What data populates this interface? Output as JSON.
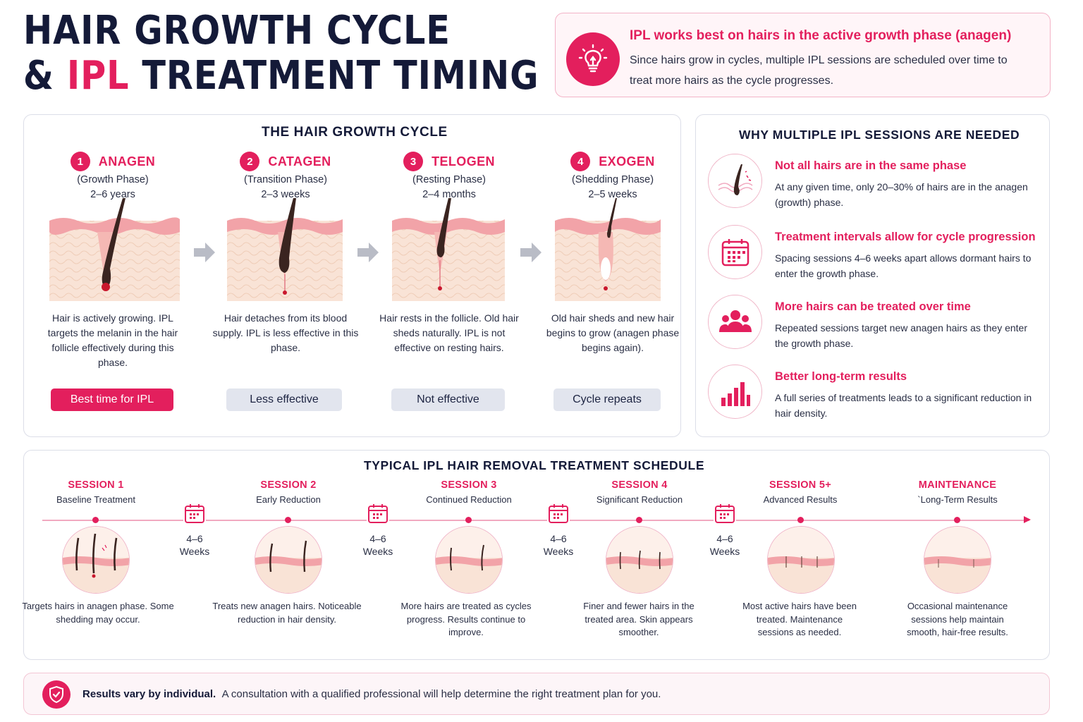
{
  "title": {
    "line1": "HAIR GROWTH CYCLE",
    "amp": "& ",
    "accent": "IPL",
    "rest": " TREATMENT TIMING"
  },
  "callout": {
    "heading": "IPL works best on hairs in the active growth phase (anagen)",
    "body": "Since hairs grow in cycles, multiple IPL sessions are scheduled over time to treat more hairs as the cycle progresses.",
    "icon": "lightbulb-icon"
  },
  "cycle": {
    "title": "THE HAIR GROWTH CYCLE",
    "phases": [
      {
        "num": "1",
        "name": "ANAGEN",
        "sub": "(Growth Phase)",
        "dur": "2–6 years",
        "desc": "Hair is actively growing. IPL targets the melanin in the hair follicle effectively during this phase.",
        "btn": "Best time for IPL"
      },
      {
        "num": "2",
        "name": "CATAGEN",
        "sub": "(Transition Phase)",
        "dur": "2–3 weeks",
        "desc": "Hair detaches from its blood supply. IPL is less effective in this phase.",
        "btn": "Less effective"
      },
      {
        "num": "3",
        "name": "TELOGEN",
        "sub": "(Resting Phase)",
        "dur": "2–4 months",
        "desc": "Hair rests in the follicle. Old hair sheds naturally. IPL is not effective on resting hairs.",
        "btn": "Not effective"
      },
      {
        "num": "4",
        "name": "EXOGEN",
        "sub": "(Shedding Phase)",
        "dur": "2–5 weeks",
        "desc": "Old hair sheds and new hair begins to grow (anagen phase begins again).",
        "btn": "Cycle repeats"
      }
    ]
  },
  "why": {
    "title": "WHY MULTIPLE IPL SESSIONS ARE NEEDED",
    "items": [
      {
        "icon": "hair-follicle-icon",
        "heading": "Not all hairs are in the same phase",
        "text": "At any given time, only 20–30% of hairs are in the anagen (growth) phase."
      },
      {
        "icon": "calendar-icon",
        "heading": "Treatment intervals allow for cycle progression",
        "text": "Spacing sessions 4–6 weeks apart allows dormant hairs to enter the growth phase."
      },
      {
        "icon": "people-icon",
        "heading": "More hairs can be treated over time",
        "text": "Repeated sessions target new anagen hairs as they enter the growth phase."
      },
      {
        "icon": "bar-chart-icon",
        "heading": "Better long-term results",
        "text": "A full series of treatments leads to a significant reduction in hair density."
      }
    ]
  },
  "schedule": {
    "title": "TYPICAL IPL HAIR REMOVAL TREATMENT SCHEDULE",
    "sessions": [
      {
        "name": "SESSION 1",
        "sub": "Baseline Treatment",
        "desc": "Targets hairs in anagen phase. Some shedding may occur."
      },
      {
        "name": "SESSION 2",
        "sub": "Early Reduction",
        "desc": "Treats new anagen hairs. Noticeable reduction in hair density."
      },
      {
        "name": "SESSION 3",
        "sub": "Continued Reduction",
        "desc": "More hairs are treated as cycles progress. Results continue to improve."
      },
      {
        "name": "SESSION 4",
        "sub": "Significant Reduction",
        "desc": "Finer and fewer hairs in the treated area. Skin appears smoother."
      },
      {
        "name": "SESSION 5+",
        "sub": "Advanced Results",
        "desc": "Most active hairs have been treated. Maintenance sessions as needed."
      },
      {
        "name": "MAINTENANCE",
        "sub": "`Long-Term Results",
        "desc": "Occasional maintenance sessions help maintain smooth, hair-free results."
      }
    ],
    "intervals": [
      {
        "top": "4–6",
        "bottom": "Weeks"
      },
      {
        "top": "4–6",
        "bottom": "Weeks"
      },
      {
        "top": "4–6",
        "bottom": "Weeks"
      },
      {
        "top": "4–6",
        "bottom": "Weeks"
      }
    ]
  },
  "footer": {
    "bold": "Results vary by individual.",
    "text": "A consultation with a qualified professional will help determine the right treatment plan for you.",
    "icon": "shield-check-icon"
  },
  "colors": {
    "accent": "#e31f5d",
    "navy": "#141a38",
    "skin": "#f9e3d6",
    "skinTop": "#f2a3a8"
  }
}
